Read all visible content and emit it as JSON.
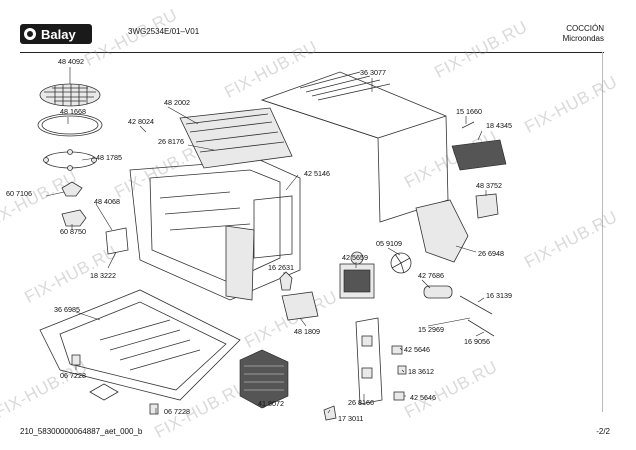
{
  "header": {
    "brand": "Balay",
    "model": "3WG2534E/01–V01",
    "category_line1": "COCCIÓN",
    "category_line2": "Microondas"
  },
  "footer": {
    "left": "210_58300000064887_aet_000_b",
    "right": "-2/2"
  },
  "watermark": "FIX-HUB.RU",
  "parts": [
    {
      "id": "part-484092",
      "label": "48 4092"
    },
    {
      "id": "part-481668",
      "label": "48 1668"
    },
    {
      "id": "part-481785",
      "label": "48 1785"
    },
    {
      "id": "part-607106",
      "label": "60 7106"
    },
    {
      "id": "part-608750",
      "label": "60 8750"
    },
    {
      "id": "part-484068",
      "label": "48 4068"
    },
    {
      "id": "part-183222",
      "label": "18 3222"
    },
    {
      "id": "part-482002",
      "label": "48 2002"
    },
    {
      "id": "part-428024",
      "label": "42 8024"
    },
    {
      "id": "part-268176",
      "label": "26 8176"
    },
    {
      "id": "part-425146",
      "label": "42 5146"
    },
    {
      "id": "part-363077",
      "label": "36 3077"
    },
    {
      "id": "part-151660",
      "label": "15 1660"
    },
    {
      "id": "part-184345",
      "label": "18 4345"
    },
    {
      "id": "part-483752",
      "label": "48 3752"
    },
    {
      "id": "part-266948",
      "label": "26 6948"
    },
    {
      "id": "part-059109",
      "label": "05 9109"
    },
    {
      "id": "part-425659",
      "label": "42 5659"
    },
    {
      "id": "part-427686",
      "label": "42 7686"
    },
    {
      "id": "part-163139",
      "label": "16 3139"
    },
    {
      "id": "part-162631",
      "label": "16 2631"
    },
    {
      "id": "part-481809",
      "label": "48 1809"
    },
    {
      "id": "part-152969",
      "label": "15 2969"
    },
    {
      "id": "part-169056",
      "label": "16 9056"
    },
    {
      "id": "part-425646a",
      "label": "42 5646"
    },
    {
      "id": "part-183612",
      "label": "18 3612"
    },
    {
      "id": "part-425646b",
      "label": "42 5646"
    },
    {
      "id": "part-268166",
      "label": "26 8166"
    },
    {
      "id": "part-173011",
      "label": "17 3011"
    },
    {
      "id": "part-418072",
      "label": "41 8072"
    },
    {
      "id": "part-366985",
      "label": "36 6985"
    },
    {
      "id": "part-067228a",
      "label": "06 7228"
    },
    {
      "id": "part-067228b",
      "label": "06 7228"
    }
  ]
}
